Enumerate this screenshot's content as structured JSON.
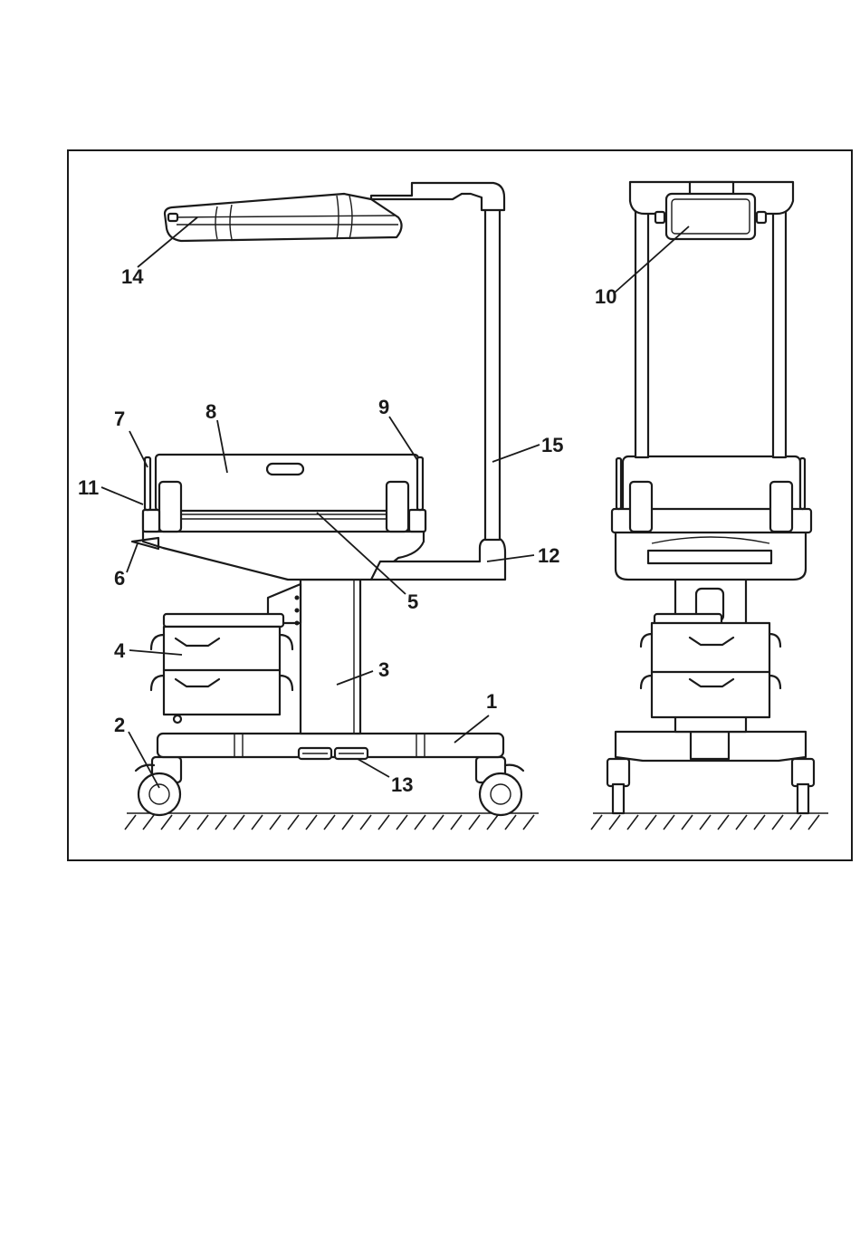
{
  "figure": {
    "callouts": [
      {
        "id": "c1",
        "label": "1"
      },
      {
        "id": "c2",
        "label": "2"
      },
      {
        "id": "c3",
        "label": "3"
      },
      {
        "id": "c4",
        "label": "4"
      },
      {
        "id": "c5",
        "label": "5"
      },
      {
        "id": "c6",
        "label": "6"
      },
      {
        "id": "c7",
        "label": "7"
      },
      {
        "id": "c8",
        "label": "8"
      },
      {
        "id": "c9",
        "label": "9"
      },
      {
        "id": "c10",
        "label": "10"
      },
      {
        "id": "c11",
        "label": "11"
      },
      {
        "id": "c12",
        "label": "12"
      },
      {
        "id": "c13",
        "label": "13"
      },
      {
        "id": "c14",
        "label": "14"
      },
      {
        "id": "c15",
        "label": "15"
      }
    ],
    "line_color": "#1a1a1a",
    "background": "#ffffff"
  }
}
